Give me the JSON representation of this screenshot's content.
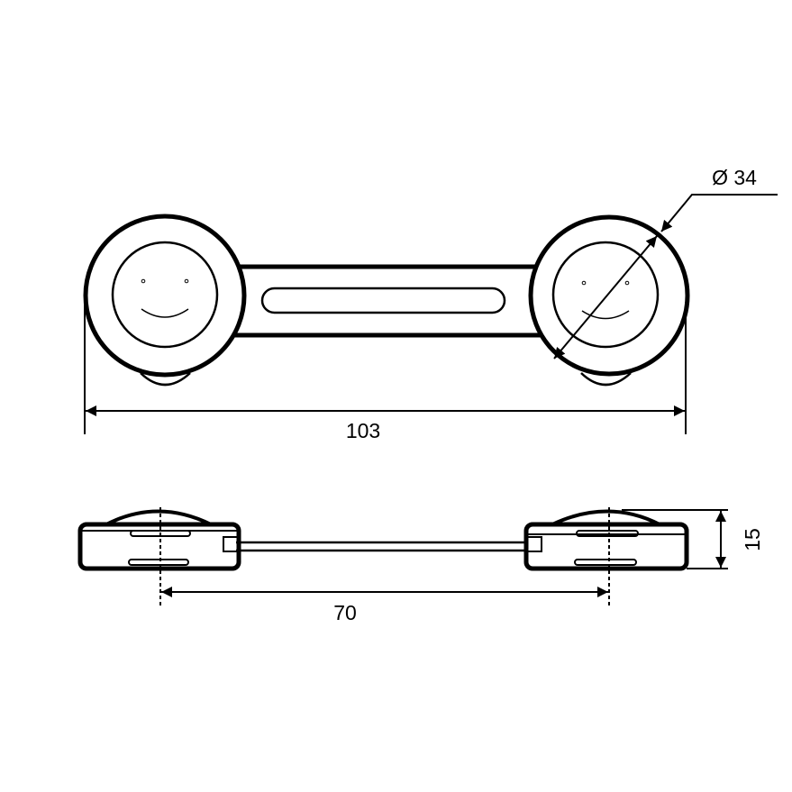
{
  "drawing": {
    "top_view": {
      "overall_length_label": "103",
      "diameter_label": "Ø 34"
    },
    "side_view": {
      "center_distance_label": "70",
      "height_label": "15"
    },
    "colors": {
      "line": "#000000",
      "background": "#ffffff"
    }
  }
}
